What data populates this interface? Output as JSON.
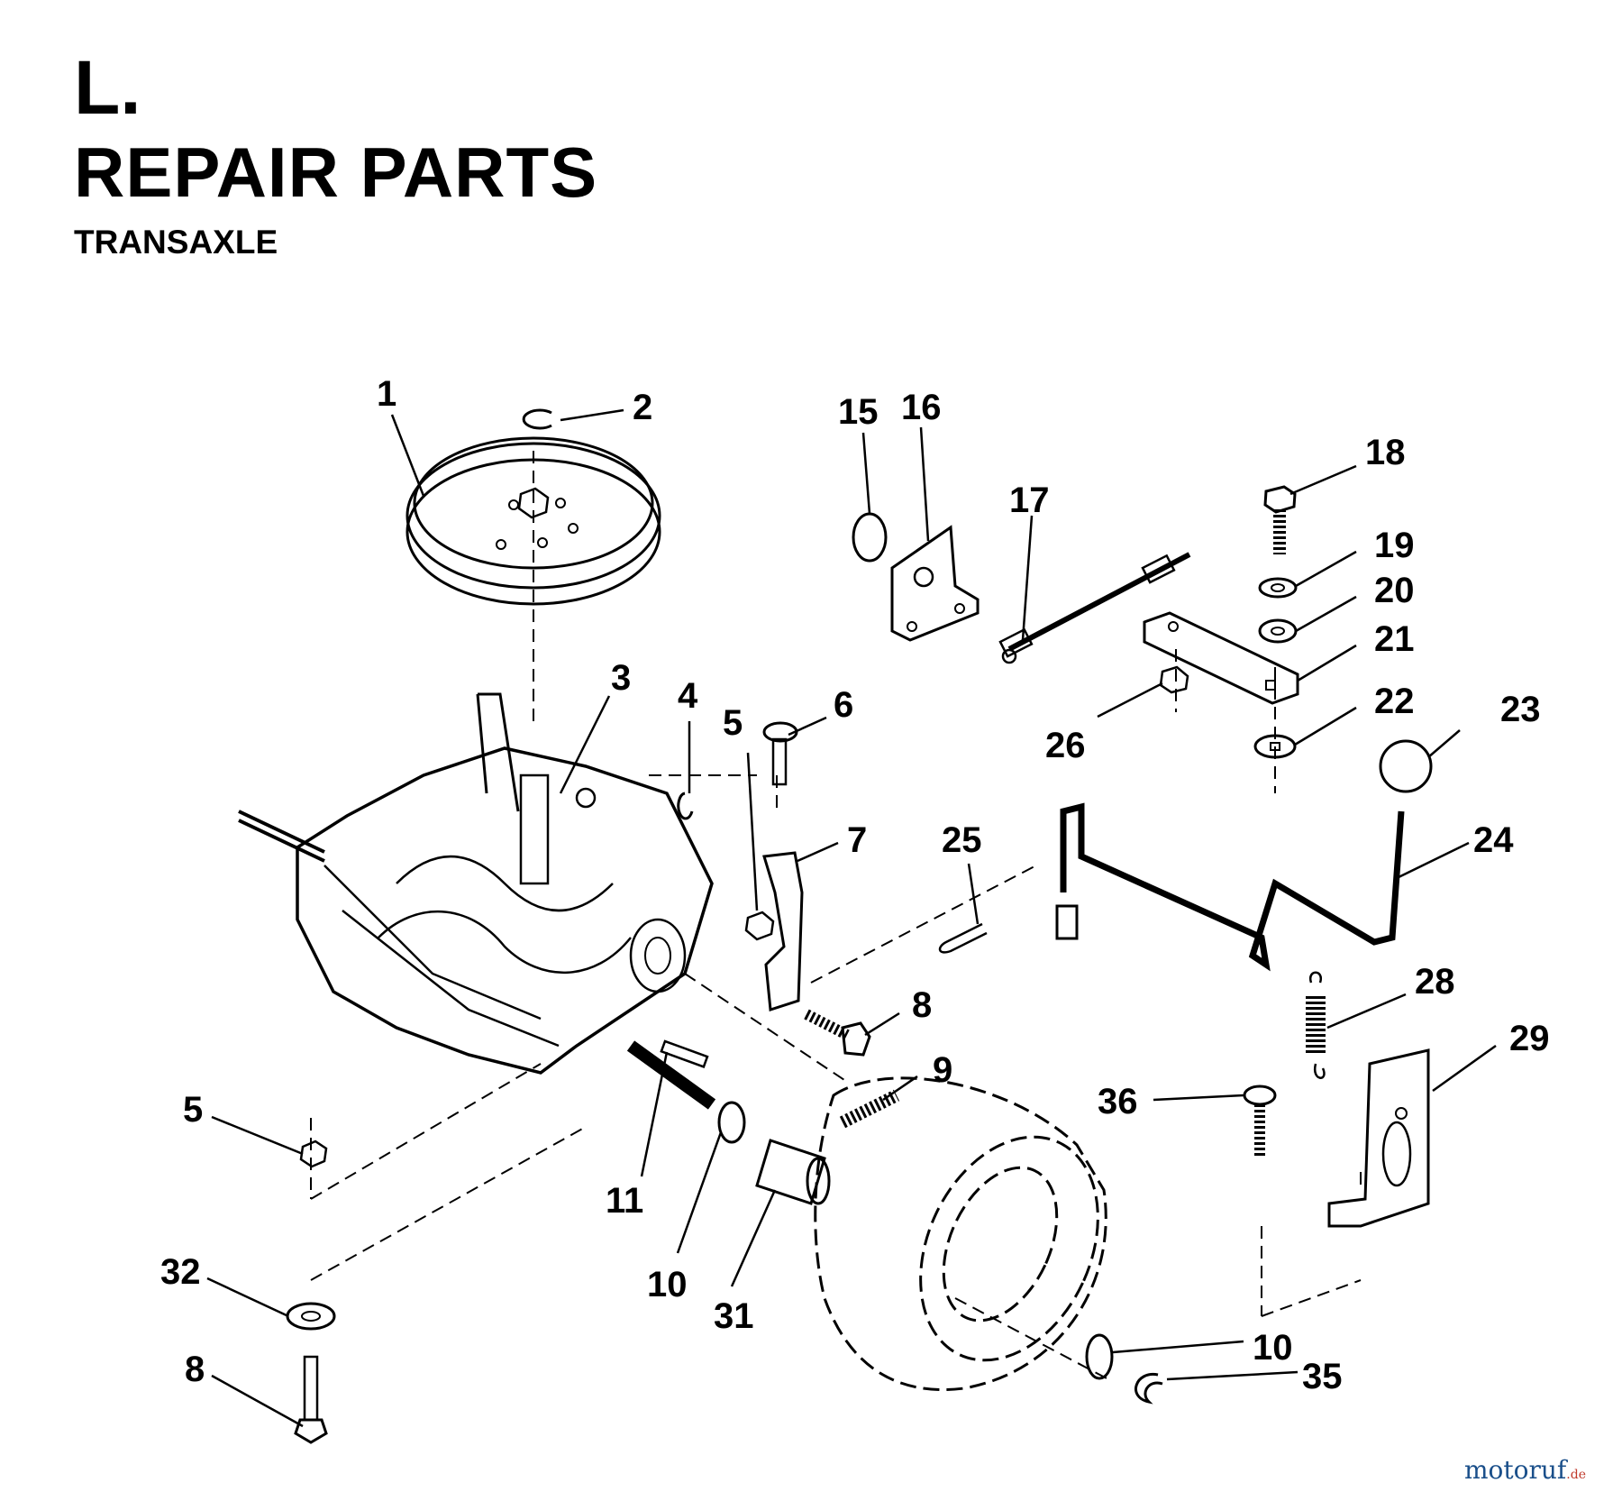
{
  "header": {
    "section_letter": "L.",
    "title": "REPAIR PARTS",
    "subtitle": "TRANSAXLE"
  },
  "callouts": [
    {
      "id": "c1",
      "label": "1"
    },
    {
      "id": "c2",
      "label": "2"
    },
    {
      "id": "c3",
      "label": "3"
    },
    {
      "id": "c4",
      "label": "4"
    },
    {
      "id": "c5a",
      "label": "5"
    },
    {
      "id": "c6",
      "label": "6"
    },
    {
      "id": "c7",
      "label": "7"
    },
    {
      "id": "c8a",
      "label": "8"
    },
    {
      "id": "c9",
      "label": "9"
    },
    {
      "id": "c5b",
      "label": "5"
    },
    {
      "id": "c11",
      "label": "11"
    },
    {
      "id": "c10a",
      "label": "10"
    },
    {
      "id": "c31",
      "label": "31"
    },
    {
      "id": "c32",
      "label": "32"
    },
    {
      "id": "c8b",
      "label": "8"
    },
    {
      "id": "c15",
      "label": "15"
    },
    {
      "id": "c16",
      "label": "16"
    },
    {
      "id": "c17",
      "label": "17"
    },
    {
      "id": "c18",
      "label": "18"
    },
    {
      "id": "c19",
      "label": "19"
    },
    {
      "id": "c20",
      "label": "20"
    },
    {
      "id": "c21",
      "label": "21"
    },
    {
      "id": "c22",
      "label": "22"
    },
    {
      "id": "c23",
      "label": "23"
    },
    {
      "id": "c26",
      "label": "26"
    },
    {
      "id": "c25",
      "label": "25"
    },
    {
      "id": "c24",
      "label": "24"
    },
    {
      "id": "c28",
      "label": "28"
    },
    {
      "id": "c29",
      "label": "29"
    },
    {
      "id": "c36",
      "label": "36"
    },
    {
      "id": "c10b",
      "label": "10"
    },
    {
      "id": "c35",
      "label": "35"
    }
  ],
  "watermark": {
    "brand": "motoruf",
    "suffix": ".de"
  }
}
